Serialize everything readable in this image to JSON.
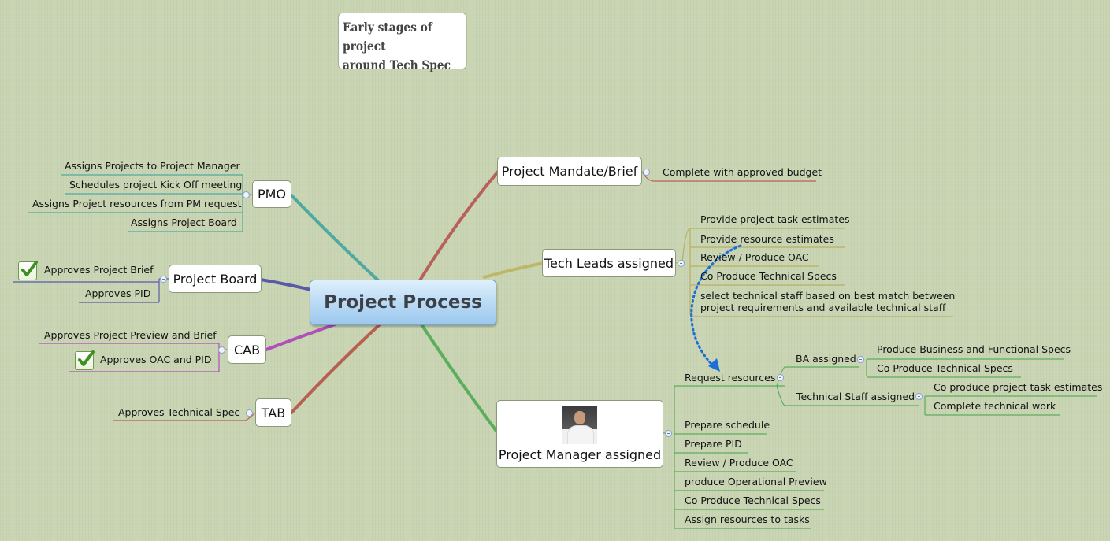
{
  "note": {
    "line1": "Early stages of project",
    "line2": "around Tech Spec"
  },
  "central": {
    "label": "Project Process"
  },
  "branches": {
    "mandate": {
      "label": "Project Mandate/Brief",
      "items": [
        "Complete with approved budget"
      ]
    },
    "tech_leads": {
      "label": "Tech Leads assigned",
      "items": [
        "Provide project task estimates",
        "Provide resource estimates",
        "Review / Produce OAC",
        "Co Produce Technical Specs",
        "select technical staff based on best match between",
        "project requirements and available technical staff"
      ]
    },
    "pm": {
      "label": "Project Manager assigned",
      "request": "Request resources",
      "ba": {
        "label": "BA assigned",
        "items": [
          "Produce Business and Functional Specs",
          "Co Produce Technical Specs"
        ]
      },
      "tech_staff": {
        "label": "Technical Staff assigned",
        "items": [
          "Co produce project task estimates",
          "Complete technical work"
        ]
      },
      "items": [
        "Prepare schedule",
        "Prepare PID",
        "Review / Produce OAC",
        "produce Operational Preview",
        "Co Produce Technical Specs",
        "Assign resources to tasks"
      ]
    },
    "pmo": {
      "label": "PMO",
      "items": [
        "Assigns Projects to Project Manager",
        "Schedules project Kick Off meeting",
        "Assigns Project resources from PM request",
        "Assigns Project Board"
      ]
    },
    "board": {
      "label": "Project Board",
      "items": [
        "Approves Project Brief",
        "Approves PID"
      ]
    },
    "cab": {
      "label": "CAB",
      "items": [
        "Approves Project Preview and Brief",
        "Approves OAC and PID"
      ]
    },
    "tab": {
      "label": "TAB",
      "items": [
        "Approves Technical Spec"
      ]
    }
  },
  "icons": {
    "check": "checkmark-icon",
    "photo": "person-photo",
    "collapse": "collapse-toggle-icon",
    "arrow": "dotted-relationship-arrow"
  },
  "colors": {
    "background": "#c8d4b2",
    "central_fill": "#b7d9f4",
    "branch_mandate": "#b8605a",
    "branch_tech": "#b8b060",
    "branch_pm": "#5cae5c",
    "branch_pmo": "#4fa9a0",
    "branch_board": "#5a5aa8",
    "branch_cab": "#b04fb8",
    "branch_tab": "#b86050",
    "relationship": "#1d6fd6"
  }
}
